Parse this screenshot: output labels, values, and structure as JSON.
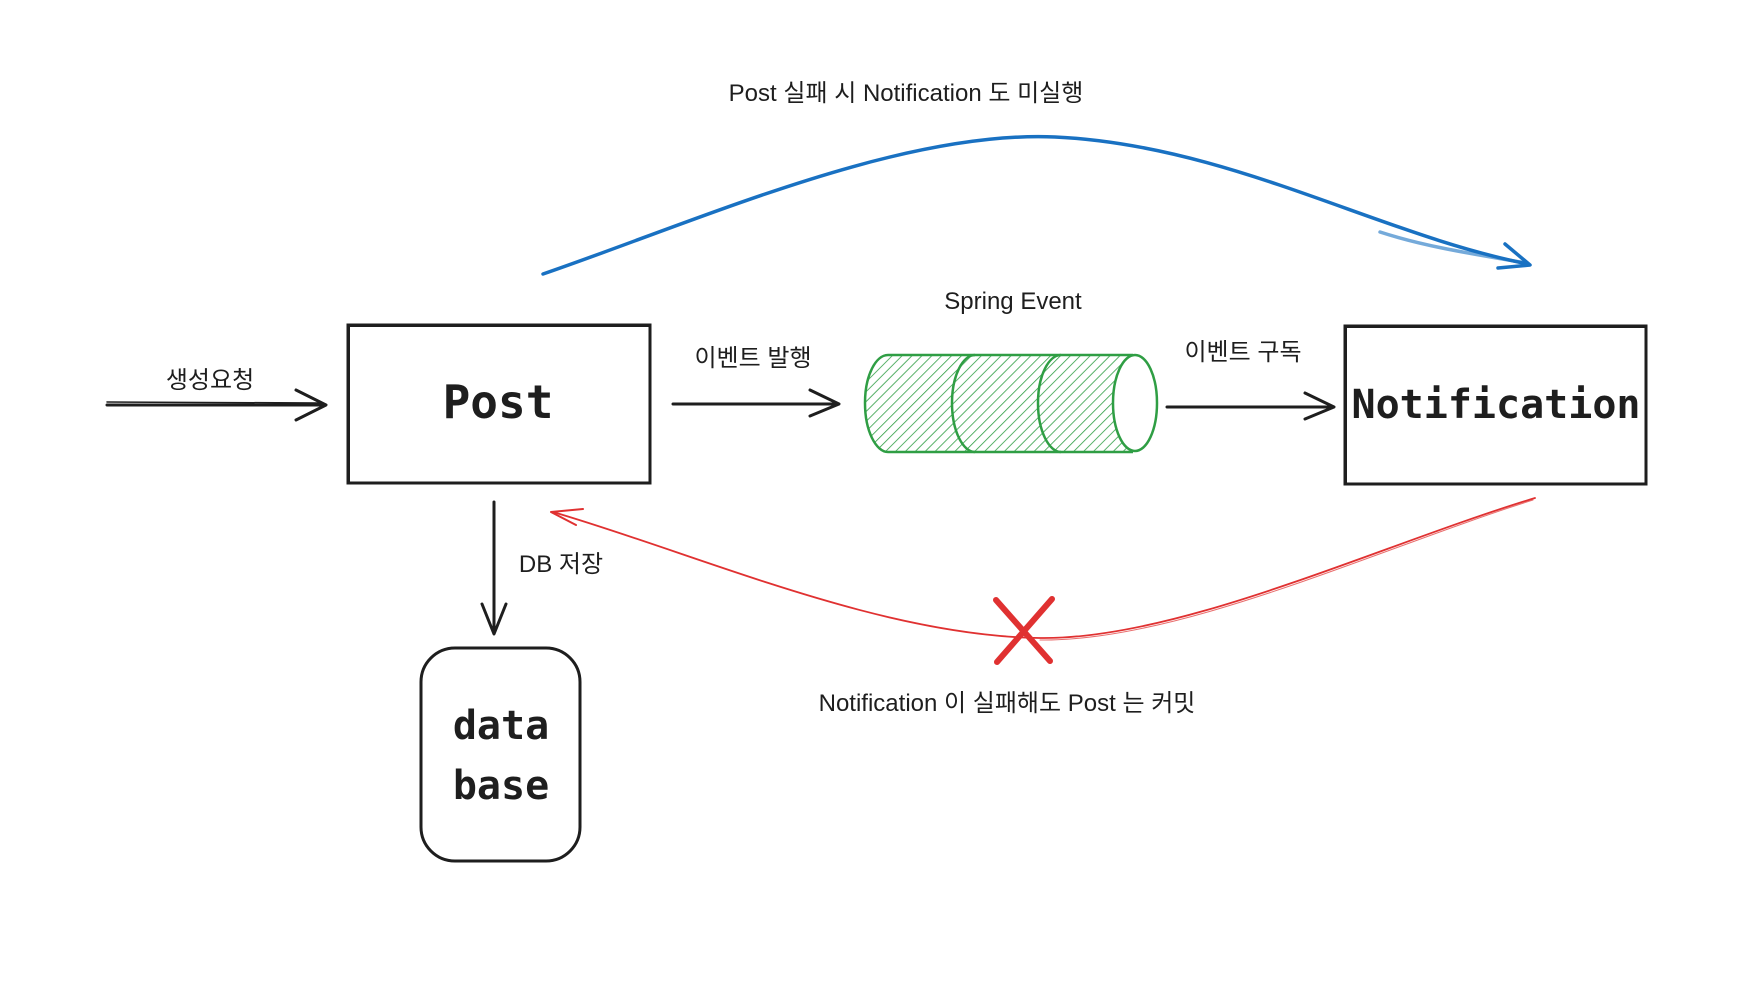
{
  "labels": {
    "create_request": "생성요청",
    "publish_event": "이벤트 발행",
    "spring_event": "Spring Event",
    "subscribe_event": "이벤트 구독",
    "db_save": "DB 저장",
    "top_note": "Post 실패 시 Notification 도 미실행",
    "bottom_note": "Notification 이 실패해도 Post 는 커밋"
  },
  "nodes": {
    "post": "Post",
    "notification": "Notification",
    "database_line1": "data",
    "database_line2": "base"
  },
  "colors": {
    "stroke": "#1e1e1e",
    "queue_green": "#2f9e44",
    "blue_arrow": "#1971c2",
    "red_arrow": "#e03131"
  }
}
